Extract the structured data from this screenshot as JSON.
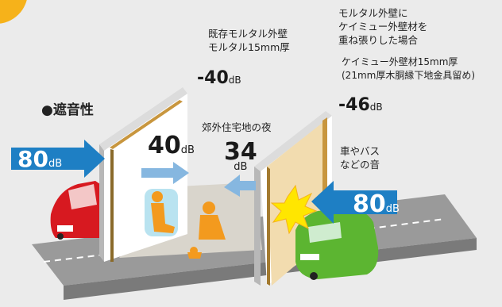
{
  "heading": "●遮音性",
  "existing_wall": {
    "line1": "既存モルタル外壁",
    "line2": "モルタル15mm厚",
    "reduction_value": "-40",
    "reduction_unit": "dB"
  },
  "overlay_wall": {
    "line1": "モルタル外壁に",
    "line2": "ケイミュー外壁材を",
    "line3": "重ね張りした場合",
    "material_line1": "ケイミュー外壁材15mm厚",
    "material_line2": "(21mm厚木胴縁下地金具留め)",
    "reduction_value": "-46",
    "reduction_unit": "dB"
  },
  "noise_source": {
    "line1": "車やバス",
    "line2": "などの音"
  },
  "night_label": "郊外住宅地の夜",
  "values": {
    "left_outside": "80",
    "left_inside": "40",
    "right_inside": "34",
    "right_outside": "80",
    "unit": "dB"
  },
  "colors": {
    "arrow_dark": "#1e7fc4",
    "arrow_light": "#86b7e0",
    "car_red": "#d71920",
    "car_green": "#5cb531",
    "people_orange": "#f39a1e",
    "wall_tan": "#f2dcaf",
    "accent_yellow": "#f6b21a"
  }
}
